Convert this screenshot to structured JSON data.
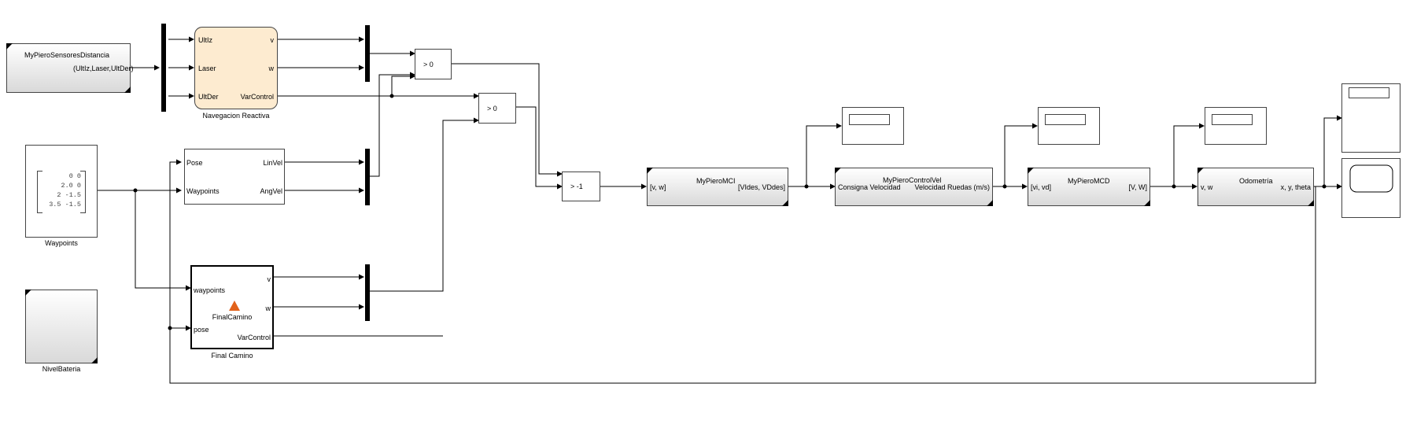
{
  "blocks": {
    "sensores": {
      "title": "MyPieroSensoresDistancia",
      "port_out": "(UltIz,Laser,UltDer)"
    },
    "nav": {
      "title": "Navegacion Reactiva",
      "in_ports": [
        "UltIz",
        "Laser",
        "UltDer"
      ],
      "out_ports": [
        "v",
        "w",
        "VarControl"
      ]
    },
    "waypoints": {
      "title": "Waypoints",
      "matrix": [
        "0     0",
        "2.0     0",
        "2  -1.5",
        "3.5  -1.5"
      ]
    },
    "nivel": {
      "title": "NivelBateria"
    },
    "pursuit": {
      "in_ports": [
        "Pose",
        "Waypoints"
      ],
      "out_ports": [
        "LinVel",
        "AngVel"
      ]
    },
    "final": {
      "title": "Final Camino",
      "inner": "FinalCamino",
      "in_ports": [
        "waypoints",
        "pose"
      ],
      "out_ports": [
        "v",
        "w",
        "VarControl"
      ]
    },
    "switch1": {
      "cond": "> 0"
    },
    "switch2": {
      "cond": "> 0"
    },
    "switch3": {
      "cond": "> -1"
    },
    "mci": {
      "title": "MyPieroMCI",
      "in": "[v, w]",
      "out": "[VIdes, VDdes]"
    },
    "ctrl": {
      "title": "MyPieroControlVel",
      "in": "Consigna Velocidad",
      "out": "Velocidad Ruedas (m/s)"
    },
    "mcd": {
      "title": "MyPieroMCD",
      "in": "[vi, vd]",
      "out": "[V, W]"
    },
    "odo": {
      "title": "Odometría",
      "in": "v, w",
      "out": "x, y, theta"
    }
  },
  "colors": {
    "nav_fill": "#fdebd0",
    "line": "#000000",
    "matlab_icon": "#e2621b"
  }
}
